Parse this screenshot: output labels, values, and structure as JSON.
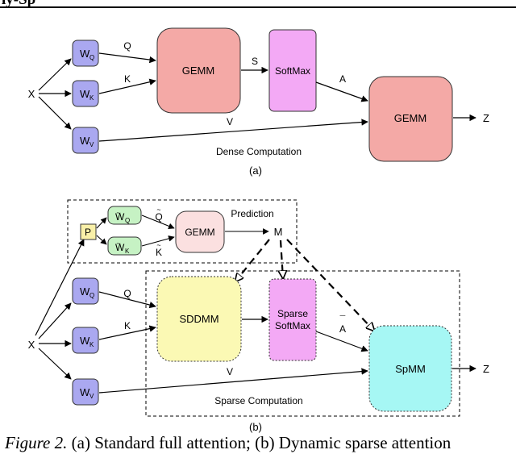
{
  "header": {
    "title": "ly-Sp"
  },
  "top": {
    "input": "X",
    "weights": [
      "W",
      "W",
      "W"
    ],
    "weight_subs": [
      "Q",
      "K",
      "V"
    ],
    "edge_q": "Q",
    "edge_k": "K",
    "edge_s": "S",
    "edge_a": "A",
    "edge_v": "V",
    "gemm1": "GEMM",
    "softmax": "SoftMax",
    "gemm2": "GEMM",
    "output": "Z",
    "region_label": "Dense Computation",
    "panel_label": "(a)"
  },
  "bottom": {
    "input": "X",
    "p_box": "P",
    "pred_weights": [
      "W",
      "W"
    ],
    "pred_weight_subs": [
      "Q",
      "K"
    ],
    "pred_edge_q": "Q",
    "pred_edge_k": "K",
    "pred_gemm": "GEMM",
    "prediction_label": "Prediction",
    "mask": "M",
    "weights": [
      "W",
      "W",
      "W"
    ],
    "weight_subs": [
      "Q",
      "K",
      "V"
    ],
    "edge_q": "Q",
    "edge_k": "K",
    "edge_v": "V",
    "edge_a": "A",
    "sddmm": "SDDMM",
    "sparse_softmax_line1": "Sparse",
    "sparse_softmax_line2": "SoftMax",
    "spmm": "SpMM",
    "output": "Z",
    "region_label": "Sparse Computation",
    "panel_label": "(b)"
  },
  "caption": {
    "figure": "Figure 2.",
    "text": " (a) Standard full attention; (b) Dynamic sparse attention"
  },
  "colors": {
    "weight_fill": "#aaa8f0",
    "gemm_fill": "#f4a9a6",
    "softmax_fill": "#f3a9f5",
    "pred_weight_fill": "#c6f2c4",
    "pred_gemm_fill": "#fbe0e0",
    "p_fill": "#f9f0a8",
    "sddmm_fill": "#fbf9b4",
    "spmm_fill": "#a6f7f4"
  }
}
